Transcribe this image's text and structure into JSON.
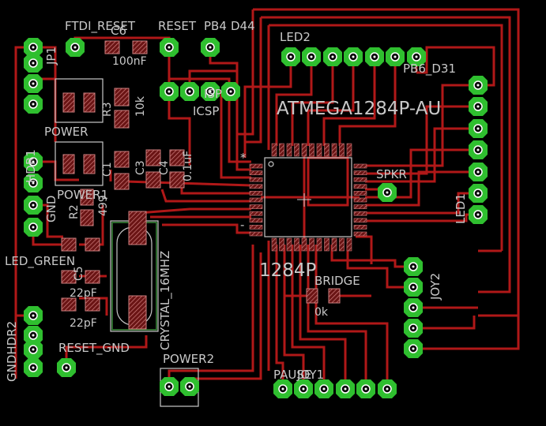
{
  "labels": {
    "ftdi_reset": "FTDI_RESET",
    "c6": "C6",
    "reset": "RESET",
    "pb4": "PB4",
    "d44": "D44",
    "led2": "LED2",
    "pb6_d31": "PB6_D31",
    "jp1": "JP1",
    "cap_100nf": "100nF",
    "r3": "R3",
    "r3_value": "10k",
    "isp": "ISP",
    "icsp": "ICSP",
    "mcu_name": "ATMEGA1284P-AU",
    "mcu_value": "1284P",
    "power": "POWER",
    "hdr1": "HDR1",
    "power1": "POWER1",
    "gnd": "GND",
    "c1": "C1",
    "c3": "C3",
    "c4": "C4",
    "cap_0_1uf": "0.1uF",
    "r2": "R2",
    "r2_value": "499",
    "spkr": "SPKR",
    "led1": "LED1",
    "led_green": "LED_GREEN",
    "c5": "C5",
    "cap_22pf_1": "22pF",
    "cap_22pf_2": "22pF",
    "crystal": "CRYSTAL_16MHZ",
    "bridge": "BRIDGE",
    "bridge_value": "0k",
    "joy2": "JOY2",
    "gndhdr2": "GNDHDR2",
    "reset_gnd": "RESET_GND",
    "power2": "POWER2",
    "pause": "PAUSE",
    "joy1": "JOY1",
    "origin_star": "*",
    "pin1_dash": "-"
  },
  "colors": {
    "background": "#000000",
    "trace": "#b01818",
    "pad_green": "#2fbf2f",
    "pad_hole": "#ffffff",
    "smd_pad": "#c87878",
    "silkscreen": "#c8c8c8"
  }
}
